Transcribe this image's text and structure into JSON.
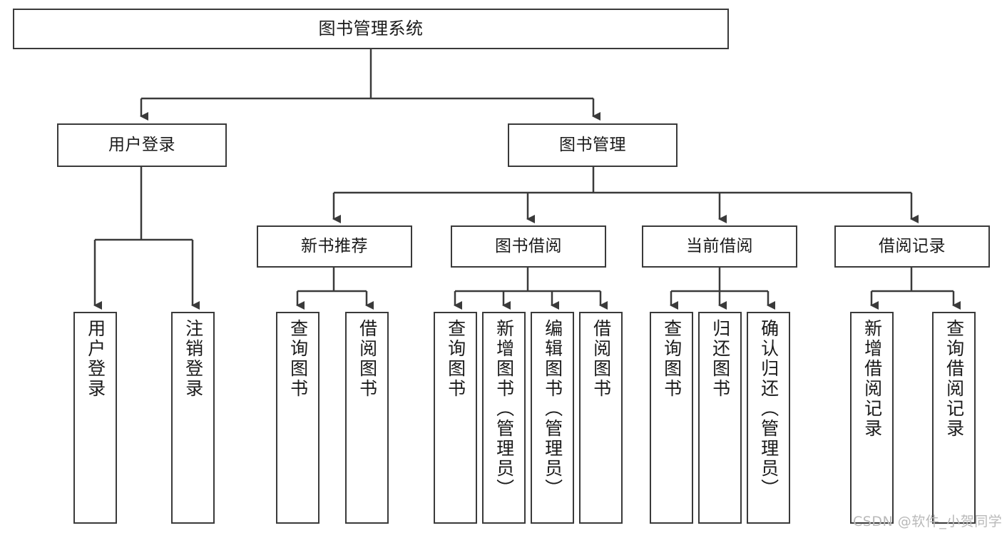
{
  "diagram": {
    "type": "tree-hierarchy-chart",
    "title": "图书管理系统",
    "style": {
      "box_fill": "#ffffff",
      "box_border": "#3a3a3a",
      "edge_color": "#3a3a3a",
      "text_color": "#1a1a1a",
      "watermark_color": "#b9b9b9",
      "background": "#ffffff"
    },
    "levels": {
      "level1_label": "图书管理系统",
      "level2_labels": [
        "用户登录",
        "图书管理"
      ],
      "level3_labels": [
        "新书推荐",
        "图书借阅",
        "当前借阅",
        "借阅记录"
      ]
    },
    "nodes": {
      "root": {
        "label": "图书管理系统"
      },
      "user_login": {
        "label": "用户登录"
      },
      "book_manage": {
        "label": "图书管理"
      },
      "new_book_rec": {
        "label": "新书推荐"
      },
      "book_borrow": {
        "label": "图书借阅"
      },
      "current_borrow": {
        "label": "当前借阅"
      },
      "borrow_record": {
        "label": "借阅记录"
      },
      "leaf_user_login": {
        "label": "用户登录"
      },
      "leaf_logout": {
        "label": "注销登录"
      },
      "leaf_query_book_1": {
        "label": "查询图书"
      },
      "leaf_borrow_book_1": {
        "label": "借阅图书"
      },
      "leaf_query_book_2": {
        "label": "查询图书"
      },
      "leaf_add_book_admin": {
        "label": "新增图书（管理员）"
      },
      "leaf_edit_book_admin": {
        "label": "编辑图书（管理员）"
      },
      "leaf_borrow_book_2": {
        "label": "借阅图书"
      },
      "leaf_query_book_3": {
        "label": "查询图书"
      },
      "leaf_return_book": {
        "label": "归还图书"
      },
      "leaf_confirm_return_admin": {
        "label": "确认归还（管理员）"
      },
      "leaf_add_borrow_record": {
        "label": "新增借阅记录"
      },
      "leaf_query_borrow_record": {
        "label": "查询借阅记录"
      }
    },
    "tree": [
      {
        "label": "图书管理系统",
        "children": [
          {
            "label": "用户登录",
            "children": [
              {
                "label": "用户登录"
              },
              {
                "label": "注销登录"
              }
            ]
          },
          {
            "label": "图书管理",
            "children": [
              {
                "label": "新书推荐",
                "children": [
                  {
                    "label": "查询图书"
                  },
                  {
                    "label": "借阅图书"
                  }
                ]
              },
              {
                "label": "图书借阅",
                "children": [
                  {
                    "label": "查询图书"
                  },
                  {
                    "label": "新增图书（管理员）"
                  },
                  {
                    "label": "编辑图书（管理员）"
                  },
                  {
                    "label": "借阅图书"
                  }
                ]
              },
              {
                "label": "当前借阅",
                "children": [
                  {
                    "label": "查询图书"
                  },
                  {
                    "label": "归还图书"
                  },
                  {
                    "label": "确认归还（管理员）"
                  }
                ]
              },
              {
                "label": "借阅记录",
                "children": [
                  {
                    "label": "新增借阅记录"
                  },
                  {
                    "label": "查询借阅记录"
                  }
                ]
              }
            ]
          }
        ]
      }
    ]
  },
  "watermark": {
    "text": "CSDN @软件_小贺同学"
  }
}
